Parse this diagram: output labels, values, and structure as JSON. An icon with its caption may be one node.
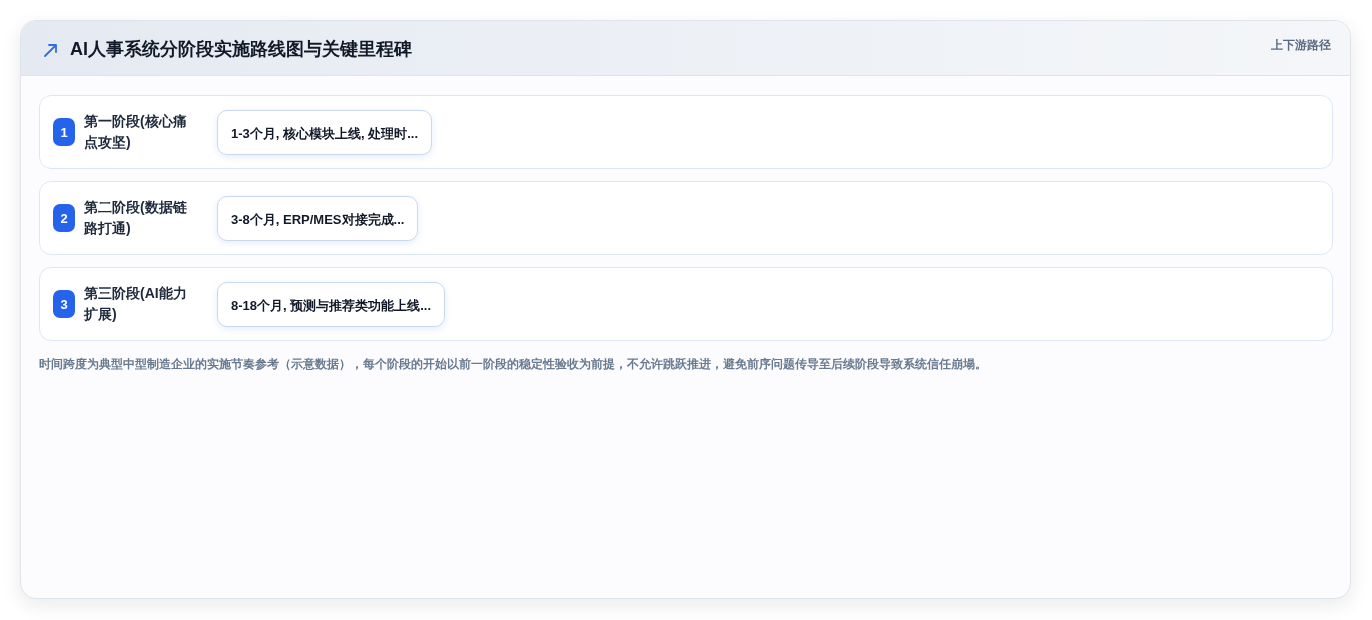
{
  "diagram": {
    "title": "AI人事系统分阶段实施路线图与关键里程碑",
    "caption": "时间跨度为典型中型制造企业的实施节奏参考（示意数据），每个阶段的开始以前一阶段的稳定性验收为前提，不允许跳跃推进，避免前序问题传导至后续阶段导致系统信任崩塌。",
    "nodes": [
      {
        "text": [
          "第一阶段(核心痛点攻坚)"
        ]
      },
      {
        "text": [
          "1"
        ],
        "in": 0
      },
      {
        "text": [
          "1-3个月, 核心模块上线, 处理时..."
        ],
        "in": 0
      },
      {
        "text": [
          "第二阶段(数据链路打通)"
        ]
      },
      {
        "text": [
          "2"
        ],
        "in": 3
      },
      {
        "text": [
          "3-8个月, ERP/MES对接完成..."
        ],
        "in": 3
      },
      {
        "text": [
          "第三阶段(AI能力扩展)"
        ]
      },
      {
        "text": [
          "3"
        ],
        "in": 6
      },
      {
        "text": [
          "8-18个月, 预测与推荐类功能上线..."
        ],
        "in": 6
      }
    ],
    "labels": [
      "上下游路径"
    ]
  }
}
